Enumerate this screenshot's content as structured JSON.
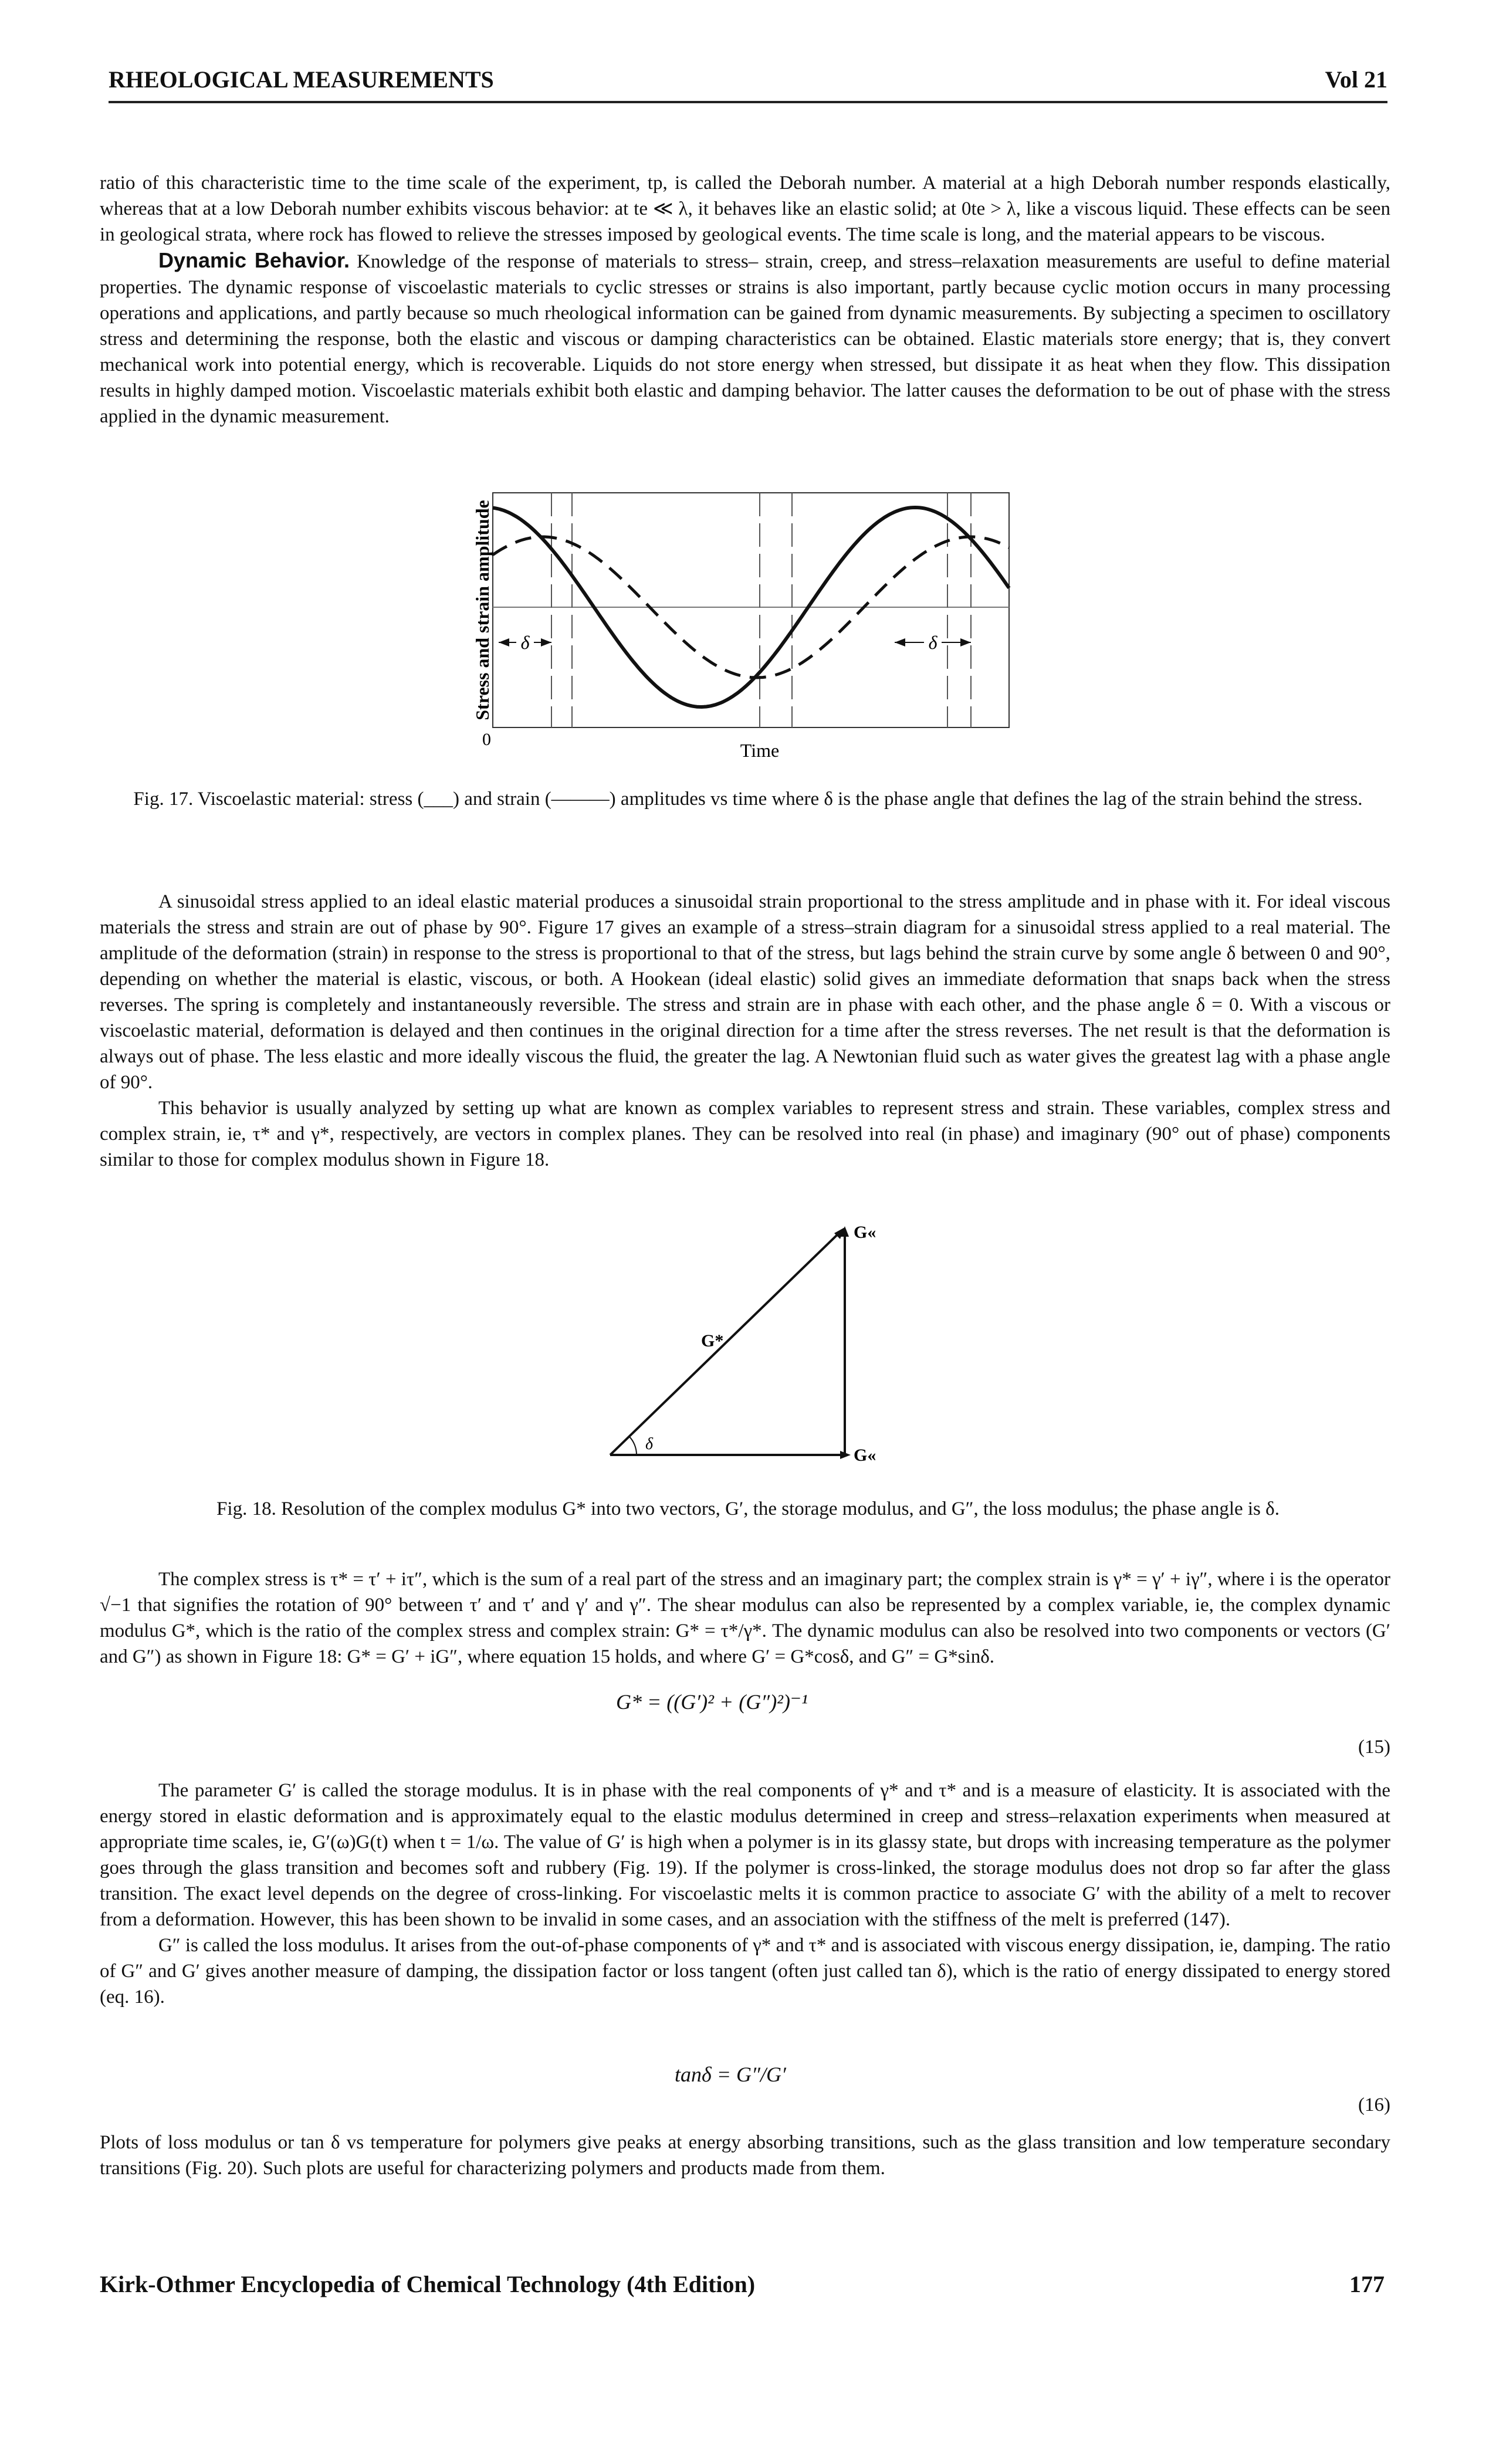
{
  "header": {
    "title": "RHEOLOGICAL MEASUREMENTS",
    "volume": "Vol 21"
  },
  "paragraphs": {
    "p1": "ratio of this characteristic time to the time scale of the experiment, tp, is called the Deborah number. A material at a high Deborah number responds elastically, whereas that at a low Deborah number exhibits viscous behavior: at te ≪ λ, it behaves like an elastic solid; at 0te > λ, like a viscous liquid. These effects can be seen in geological strata, where rock has flowed to relieve the stresses imposed by geological events. The time scale is long, and the material appears to be viscous.",
    "p2_head": "Dynamic Behavior.",
    "p2": " Knowledge of the response of materials to stress– strain, creep, and stress–relaxation measurements are useful to define material properties. The dynamic response of viscoelastic materials to cyclic stresses or strains is also important, partly because cyclic motion occurs in many processing operations and applications, and partly because so much rheological information can be gained from dynamic measurements. By subjecting a specimen to oscillatory stress and determining the response, both the elastic and viscous or damping characteristics can be obtained. Elastic materials store energy; that is, they convert mechanical work into potential energy, which is recoverable. Liquids do not store energy when stressed, but dissipate it as heat when they flow. This dissipation results in highly damped motion. Viscoelastic materials exhibit both elastic and damping behavior. The latter causes the deformation to be out of phase with the stress applied in the dynamic measurement.",
    "p3": "A sinusoidal stress applied to an ideal elastic material produces a sinusoidal strain proportional to the stress amplitude and in phase with it. For ideal viscous materials the stress and strain are out of phase by 90°. Figure 17 gives an example of a stress–strain diagram for a sinusoidal stress applied to a real material. The amplitude of the deformation (strain) in response to the stress is proportional to that of the stress, but lags behind the strain curve by some angle δ between 0 and 90°, depending on whether the material is elastic, viscous, or both. A Hookean (ideal elastic) solid gives an immediate deformation that snaps back when the stress reverses. The spring is completely and instantaneously reversible. The stress and strain are in phase with each other, and the phase angle δ = 0. With a viscous or viscoelastic material, deformation is delayed and then continues in the original direction for a time after the stress reverses. The net result is that the deformation is always out of phase. The less elastic and more ideally viscous the fluid, the greater the lag. A Newtonian fluid such as water gives the greatest lag with a phase angle of 90°.",
    "p4": "This behavior is usually analyzed by setting up what are known as complex variables to represent stress and strain. These variables, complex stress and complex strain, ie, τ* and γ*, respectively, are vectors in complex planes. They can be resolved into real (in phase) and imaginary (90° out of phase) components similar to those for complex modulus shown in Figure 18.",
    "p5": "The complex stress is τ* = τ′ + iτ″, which is the sum of a real part of the stress and an imaginary part; the complex strain is γ* = γ′ + iγ″, where i is the operator √−1 that signifies the rotation of 90° between τ′ and τ′ and γ′ and γ″. The shear modulus can also be represented by a complex variable, ie, the complex dynamic modulus G*, which is the ratio of the complex stress and complex strain: G* = τ*/γ*. The dynamic modulus can also be resolved into two components or vectors (G′ and G″) as shown in Figure 18: G* = G′ + iG″, where equation 15 holds, and where G′ = G*cosδ, and G″ = G*sinδ.",
    "p6": "The parameter G′ is called the storage modulus. It is in phase with the real components of γ* and τ* and is a measure of elasticity. It is associated with the energy stored in elastic deformation and is approximately equal to the elastic modulus determined in creep and stress–relaxation experiments when measured at appropriate time scales, ie, G′(ω)G(t) when t = 1/ω. The value of G′ is high when a polymer is in its glassy state, but drops with increasing temperature as the polymer goes through the glass transition and becomes soft and rubbery (Fig. 19). If the polymer is cross-linked, the storage modulus does not drop so far after the glass transition. The exact level depends on the degree of cross-linking. For viscoelastic melts it is common practice to associate G′ with the ability of a melt to recover from a deformation. However, this has been shown to be invalid in some cases, and an association with the stiffness of the melt is preferred (147).",
    "p7": "G″ is called the loss modulus. It arises from the out-of-phase components of γ* and τ* and is associated with viscous energy dissipation, ie, damping. The ratio of G″ and G′ gives another measure of damping, the dissipation factor or loss tangent (often just called tan δ), which is the ratio of energy dissipated to energy stored (eq. 16).",
    "p8": "Plots of loss modulus or tan δ vs temperature for polymers give peaks at energy absorbing transitions, such as the glass transition and low temperature secondary transitions (Fig. 20). Such plots are useful for characterizing polymers and products made from them."
  },
  "fig17": {
    "caption": "Fig. 17. Viscoelastic material: stress (___) and strain (———) amplitudes vs time where δ is the phase angle that defines the lag of the strain behind the stress.",
    "ylabel": "Stress and strain amplitude",
    "xlabel": "Time",
    "origin_label": "0",
    "delta_label": "δ"
  },
  "fig18": {
    "caption": "Fig. 18. Resolution of the complex modulus G* into two vectors, G′, the storage modulus, and G″, the loss modulus; the phase angle is δ.",
    "label_top": "G«",
    "label_hyp": "G*",
    "label_base": "G«",
    "label_angle": "δ"
  },
  "eq15": {
    "text": "G* = ((G′)² + (G″)²)⁻¹",
    "number": "(15)"
  },
  "eq16": {
    "text": "tanδ = G″/G′",
    "number": "(16)"
  },
  "footer": {
    "source": "Kirk-Othmer Encyclopedia of Chemical Technology (4th Edition)",
    "page": "177"
  }
}
